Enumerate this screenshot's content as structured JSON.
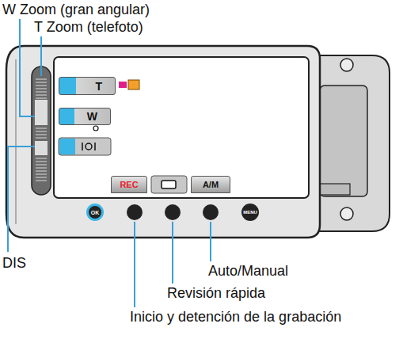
{
  "diagram": {
    "nodes": [
      {
        "text": [
          "T"
        ]
      },
      {
        "text": [
          "W"
        ]
      },
      {
        "text": [
          "REC"
        ]
      },
      {
        "text": [
          "A/M"
        ]
      },
      {
        "text": [
          "OK"
        ]
      },
      {
        "text": [
          "MENU"
        ]
      }
    ],
    "labels": [
      "W Zoom (gran angular)",
      "T Zoom (telefoto)",
      "DIS",
      "Auto/Manual",
      "Revisión rápida",
      "Inicio y detención de la grabación"
    ]
  }
}
